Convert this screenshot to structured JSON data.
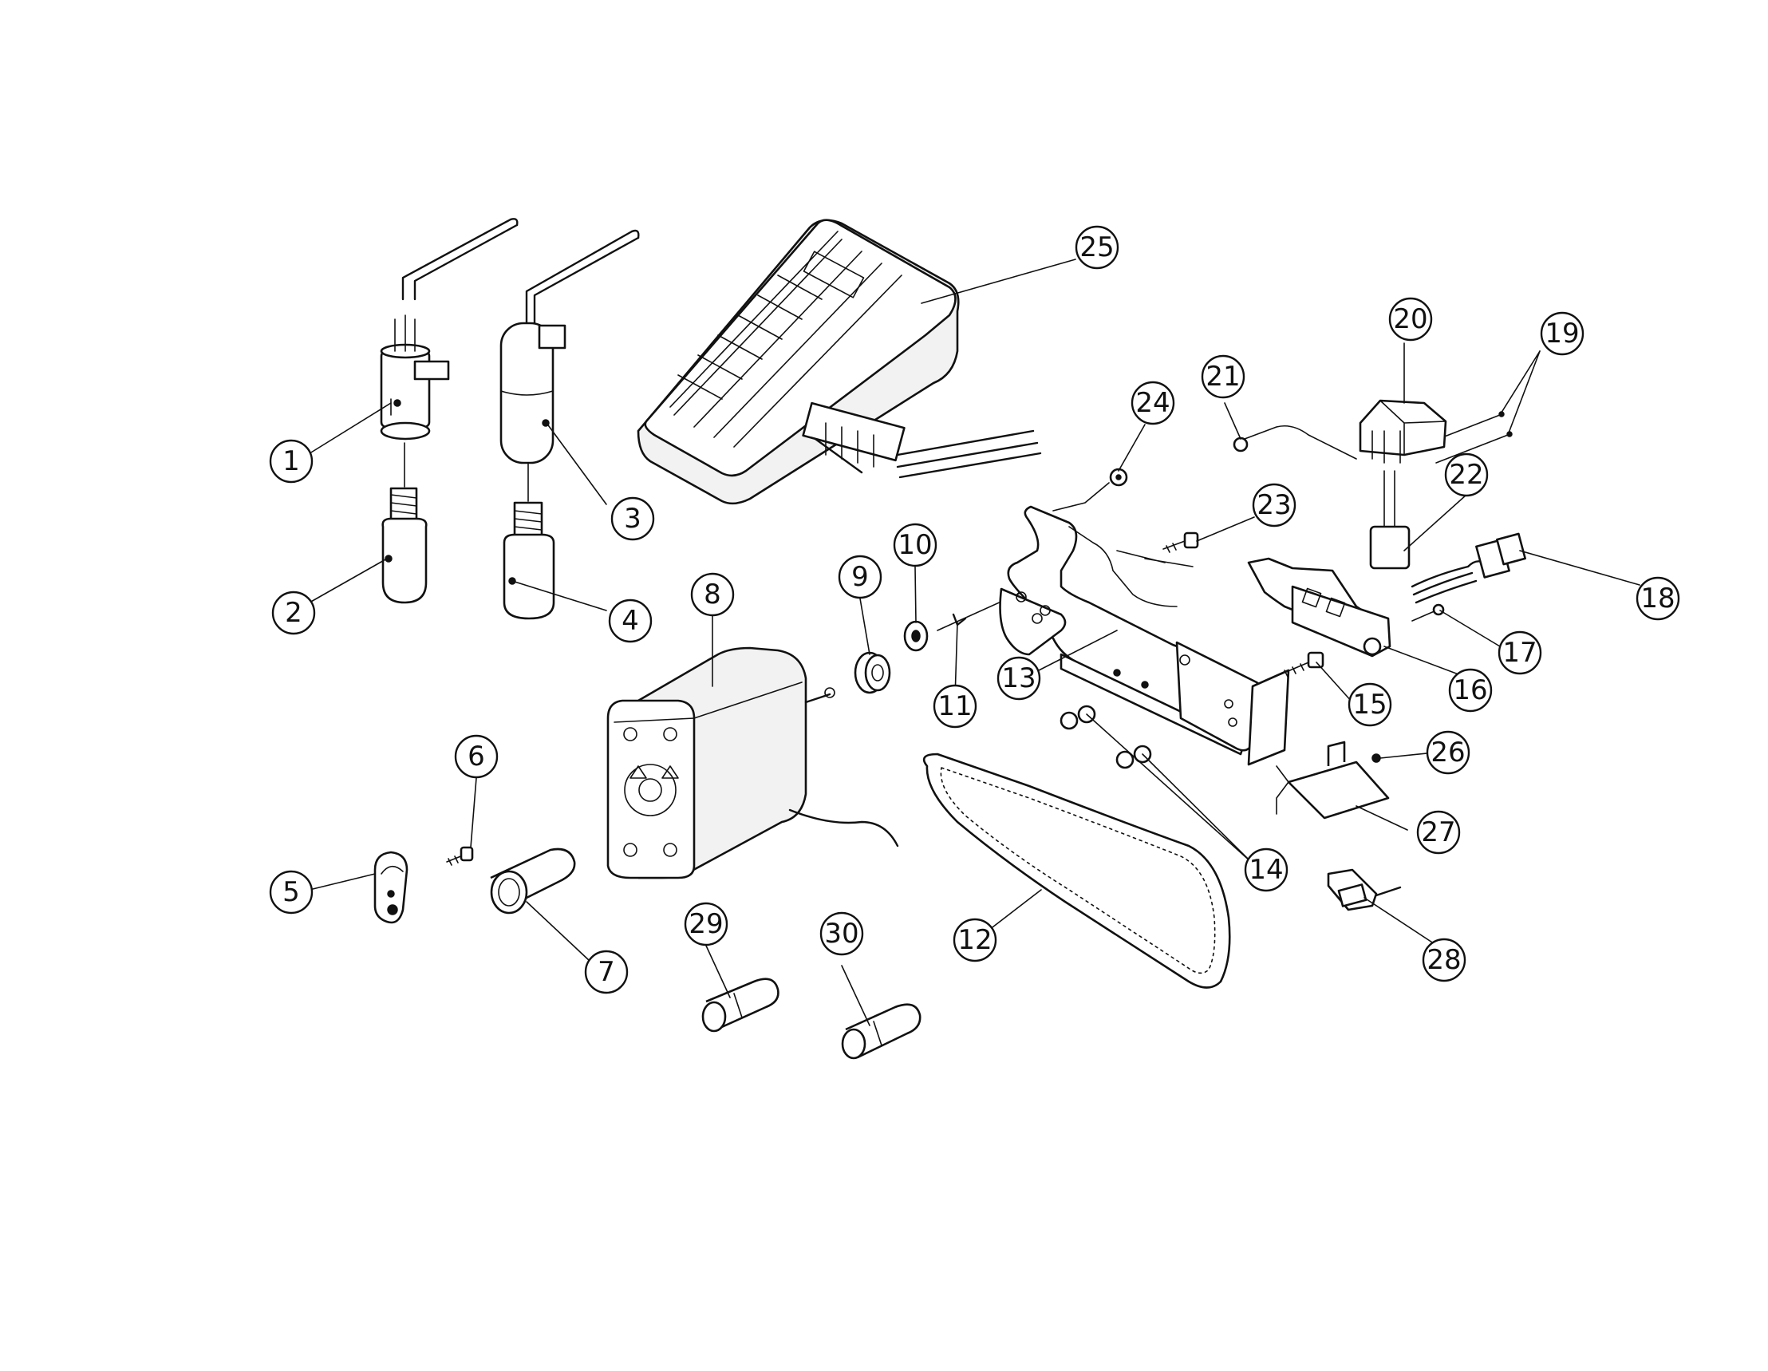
{
  "diagram": {
    "type": "exploded-parts-diagram",
    "callouts": [
      {
        "id": "1",
        "label": "1"
      },
      {
        "id": "2",
        "label": "2"
      },
      {
        "id": "3",
        "label": "3"
      },
      {
        "id": "4",
        "label": "4"
      },
      {
        "id": "5",
        "label": "5"
      },
      {
        "id": "6",
        "label": "6"
      },
      {
        "id": "7",
        "label": "7"
      },
      {
        "id": "8",
        "label": "8"
      },
      {
        "id": "9",
        "label": "9"
      },
      {
        "id": "10",
        "label": "10"
      },
      {
        "id": "11",
        "label": "11"
      },
      {
        "id": "12",
        "label": "12"
      },
      {
        "id": "13",
        "label": "13"
      },
      {
        "id": "14",
        "label": "14"
      },
      {
        "id": "15",
        "label": "15"
      },
      {
        "id": "16",
        "label": "16"
      },
      {
        "id": "17",
        "label": "17"
      },
      {
        "id": "18",
        "label": "18"
      },
      {
        "id": "19",
        "label": "19"
      },
      {
        "id": "20",
        "label": "20"
      },
      {
        "id": "21",
        "label": "21"
      },
      {
        "id": "22",
        "label": "22"
      },
      {
        "id": "23",
        "label": "23"
      },
      {
        "id": "24",
        "label": "24"
      },
      {
        "id": "25",
        "label": "25"
      },
      {
        "id": "26",
        "label": "26"
      },
      {
        "id": "27",
        "label": "27"
      },
      {
        "id": "28",
        "label": "28"
      },
      {
        "id": "29",
        "label": "29"
      },
      {
        "id": "30",
        "label": "30"
      }
    ]
  }
}
